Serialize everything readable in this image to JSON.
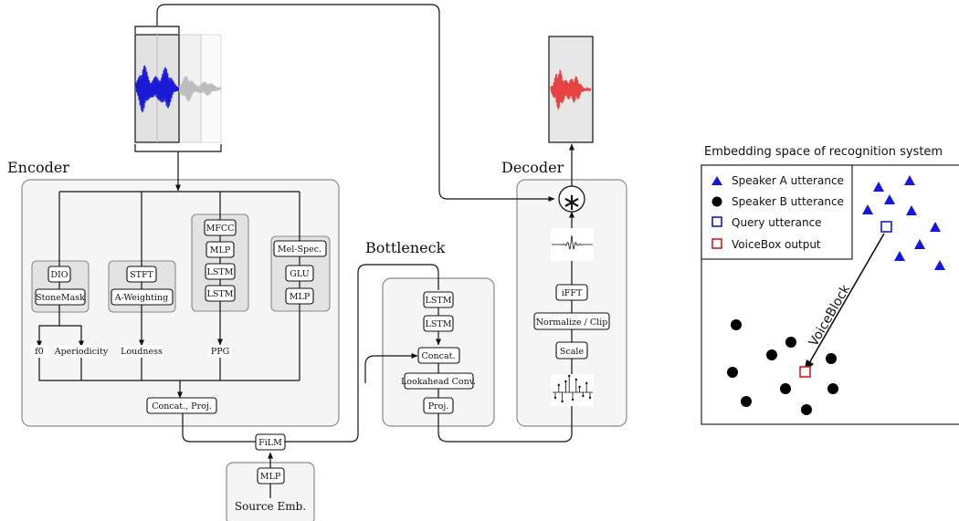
{
  "colors": {
    "input_wave": "#1a1ad6",
    "output_wave": "#e84343",
    "speaker_a": "#1616e0",
    "speaker_b": "#000000",
    "query": "#1616e0",
    "voicebox_output": "#d81b1b"
  },
  "encoder": {
    "title": "Encoder",
    "dio": "DIO",
    "stonemask": "StoneMask",
    "stft": "STFT",
    "aweighting": "A-Weighting",
    "mfcc": "MFCC",
    "mlp1": "MLP",
    "lstm1": "LSTM",
    "lstm2": "LSTM",
    "melspec": "Mel-Spec.",
    "glu": "GLU",
    "mlp2": "MLP",
    "f0": "f0",
    "aperiodicity": "Aperiodicity",
    "loudness": "Loudness",
    "ppg": "PPG",
    "concat_proj": "Concat., Proj."
  },
  "film": "FiLM",
  "source": {
    "mlp": "MLP",
    "label": "Source Emb."
  },
  "bottleneck": {
    "title": "Bottleneck",
    "lstm1": "LSTM",
    "lstm2": "LSTM",
    "concat": "Concat.",
    "lookahead": "Lookahead Conv.",
    "proj": "Proj."
  },
  "decoder": {
    "title": "Decoder",
    "ifft": "iFFT",
    "normalize": "Normalize / Clip",
    "scale": "Scale",
    "conv_symbol": "∗"
  },
  "embedding": {
    "title": "Embedding space of recognition system",
    "legend": [
      "Speaker A utterance",
      "Speaker B utterance",
      "Query utterance",
      "VoiceBox output"
    ],
    "arrow_label": "VoiceBlock"
  }
}
